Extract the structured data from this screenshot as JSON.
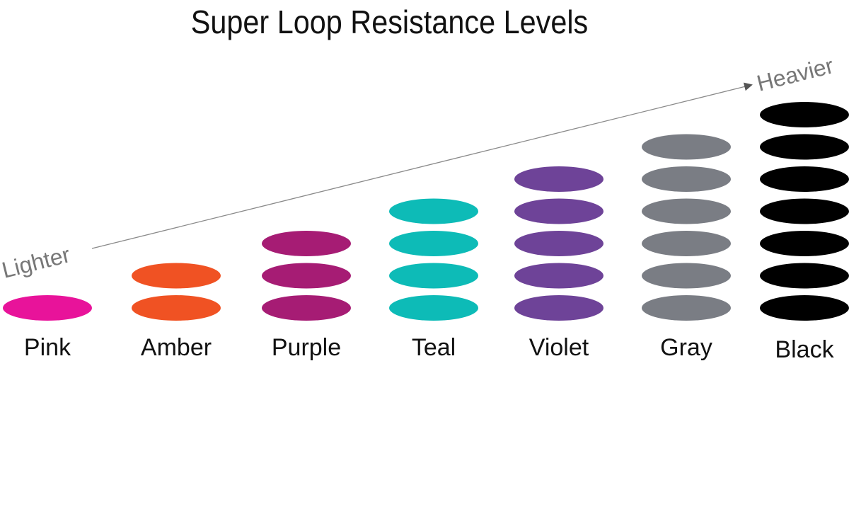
{
  "title": "Super Loop Resistance Levels",
  "arrow": {
    "start_label": "Lighter",
    "end_label": "Heavier",
    "color": "#777777"
  },
  "levels": [
    {
      "name": "Pink",
      "loops": 1,
      "color": "#E8139A"
    },
    {
      "name": "Amber",
      "loops": 2,
      "color": "#F05223"
    },
    {
      "name": "Purple",
      "loops": 3,
      "color": "#A61C74"
    },
    {
      "name": "Teal",
      "loops": 4,
      "color": "#0DBBB7"
    },
    {
      "name": "Violet",
      "loops": 5,
      "color": "#6E4398"
    },
    {
      "name": "Gray",
      "loops": 6,
      "color": "#7A7D84"
    },
    {
      "name": "Black",
      "loops": 7,
      "color": "#000000"
    }
  ]
}
